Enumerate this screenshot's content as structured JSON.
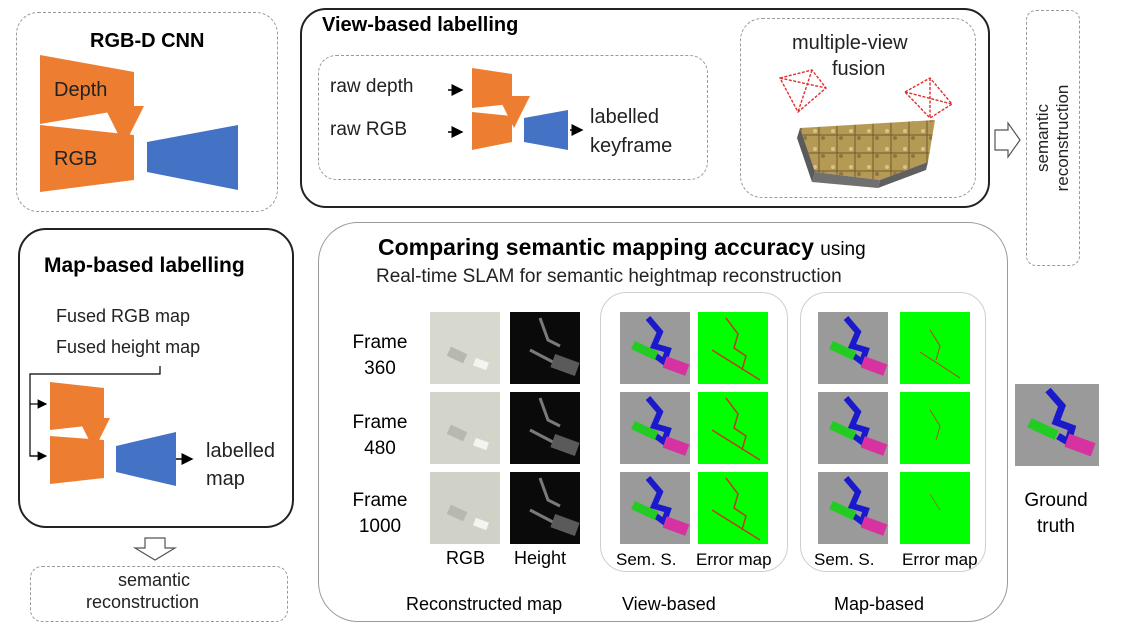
{
  "rgbd_cnn": {
    "title": "RGB-D CNN",
    "depth": "Depth",
    "rgb": "RGB"
  },
  "view_based": {
    "title": "View-based labelling",
    "raw_depth": "raw depth",
    "raw_rgb": "raw RGB",
    "labelled_keyframe_1": "labelled",
    "labelled_keyframe_2": "keyframe",
    "fusion_1": "multiple-view",
    "fusion_2": "fusion"
  },
  "semantic_reconstruction_right": {
    "line1": "semantic",
    "line2": "reconstruction"
  },
  "map_based": {
    "title": "Map-based labelling",
    "fused_rgb": "Fused RGB map",
    "fused_height": "Fused height map",
    "labelled_map_1": "labelled",
    "labelled_map_2": "map"
  },
  "semantic_reconstruction_bottom": {
    "line1": "semantic",
    "line2": "reconstruction"
  },
  "comparison": {
    "title_bold": "Comparing semantic mapping accuracy",
    "title_suffix": "using",
    "subtitle": "Real-time SLAM for semantic heightmap reconstruction",
    "frames": [
      {
        "label": "Frame",
        "number": "360"
      },
      {
        "label": "Frame",
        "number": "480"
      },
      {
        "label": "Frame",
        "number": "1000"
      }
    ],
    "columns": {
      "rgb": "RGB",
      "height": "Height",
      "view_sem": "Sem. S.",
      "view_err": "Error map",
      "map_sem": "Sem. S.",
      "map_err": "Error map"
    },
    "groups": {
      "reconstructed": "Reconstructed  map",
      "view": "View-based",
      "map": "Map-based"
    }
  },
  "ground_truth": {
    "line1": "Ground",
    "line2": "truth"
  },
  "colors": {
    "orange": "#ED7D31",
    "blue": "#4472C4",
    "green": "#00ff00",
    "gray": "#9a9a9a",
    "magenta": "#d633a0",
    "navy": "#1a1acc",
    "red": "#e03030"
  }
}
